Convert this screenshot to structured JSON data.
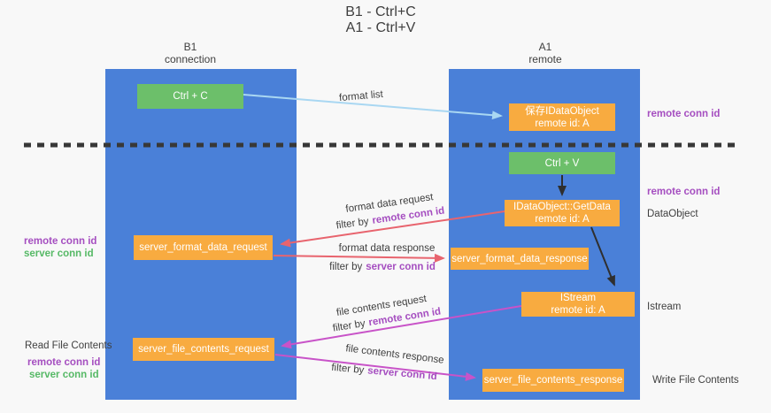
{
  "colors": {
    "bg": "#f8f8f8",
    "lane": "#4a80d8",
    "orange": "#f8ab40",
    "green": "#6cbf6a",
    "purple": "#a54ec0",
    "green_text": "#56b966",
    "red_arrow": "#e8646e",
    "magenta_arrow": "#c853c8",
    "lightblue_arrow": "#a9d7f2",
    "black_arrow": "#2f2f2f",
    "dash": "#383838",
    "dark": "#3f3f3f"
  },
  "title": {
    "line1": "B1 - Ctrl+C",
    "line2": "A1 - Ctrl+V"
  },
  "lanes": {
    "left": {
      "name": "B1",
      "role": "connection"
    },
    "right": {
      "name": "A1",
      "role": "remote"
    }
  },
  "boxes": {
    "ctrl_c": {
      "label": "Ctrl + C"
    },
    "save_idataobject": {
      "line1": "保存IDataObject",
      "line2": "remote id: A"
    },
    "ctrl_v": {
      "label": "Ctrl + V"
    },
    "getdata": {
      "line1": "IDataObject::GetData",
      "line2": "remote id: A"
    },
    "server_format_data_request": {
      "label": "server_format_data_request"
    },
    "server_format_data_response": {
      "label": "server_format_data_response"
    },
    "istream": {
      "line1": "IStream",
      "line2": "remote id: A"
    },
    "server_file_contents_request": {
      "label": "server_file_contents_request"
    },
    "server_file_contents_response": {
      "label": "server_file_contents_response"
    }
  },
  "flows": {
    "format_list": {
      "label": "format list"
    },
    "format_data_request": {
      "label": "format data request",
      "filter": "filter by",
      "key": "remote conn id"
    },
    "format_data_response": {
      "label": "format data response",
      "filter": "filter by",
      "key": "server conn id"
    },
    "file_contents_request": {
      "label": "file contents request",
      "filter": "filter by",
      "key": "remote conn id"
    },
    "file_contents_response": {
      "label": "file contents response",
      "filter": "filter by",
      "key": "server conn id"
    }
  },
  "margins": {
    "right_remote_conn_id_1": "remote conn id",
    "right_remote_conn_id_2": "remote conn id",
    "dataobject": "DataObject",
    "istream": "Istream",
    "write_file_contents": "Write File Contents",
    "left_remote_conn_id_1": "remote conn id",
    "left_server_conn_id_1": "server conn id",
    "read_file_contents": "Read File Contents",
    "left_remote_conn_id_2": "remote conn id",
    "left_server_conn_id_2": "server conn id"
  }
}
